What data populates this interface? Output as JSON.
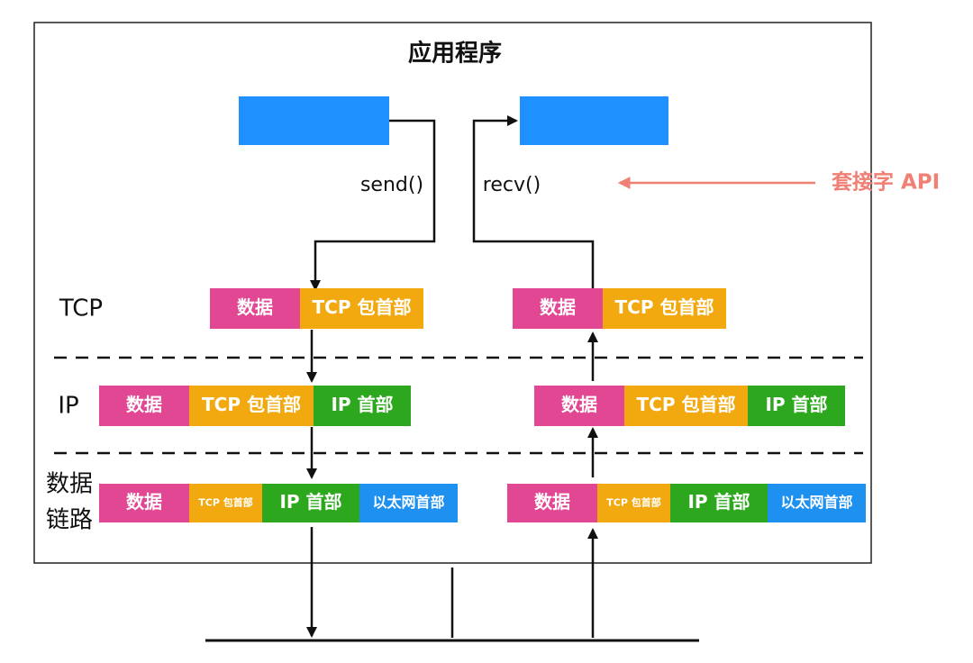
{
  "app_title": "应用程序",
  "calls": {
    "send": "send()",
    "recv": "recv()"
  },
  "socket_api_label": "套接字 API",
  "layers": {
    "tcp": "TCP",
    "ip": "IP",
    "link_line1": "数据",
    "link_line2": "链路"
  },
  "segments": {
    "data": "数据",
    "tcp_header": "TCP 包首部",
    "ip_header": "IP 首部",
    "ethernet_header": "以太网首部"
  },
  "colors": {
    "socket_box": "#1e90ff",
    "data": "#e24794",
    "tcp_header": "#f2a90f",
    "ip_header": "#2da81e",
    "ethernet_header": "#1e90f0",
    "socket_api": "#f07f74"
  }
}
